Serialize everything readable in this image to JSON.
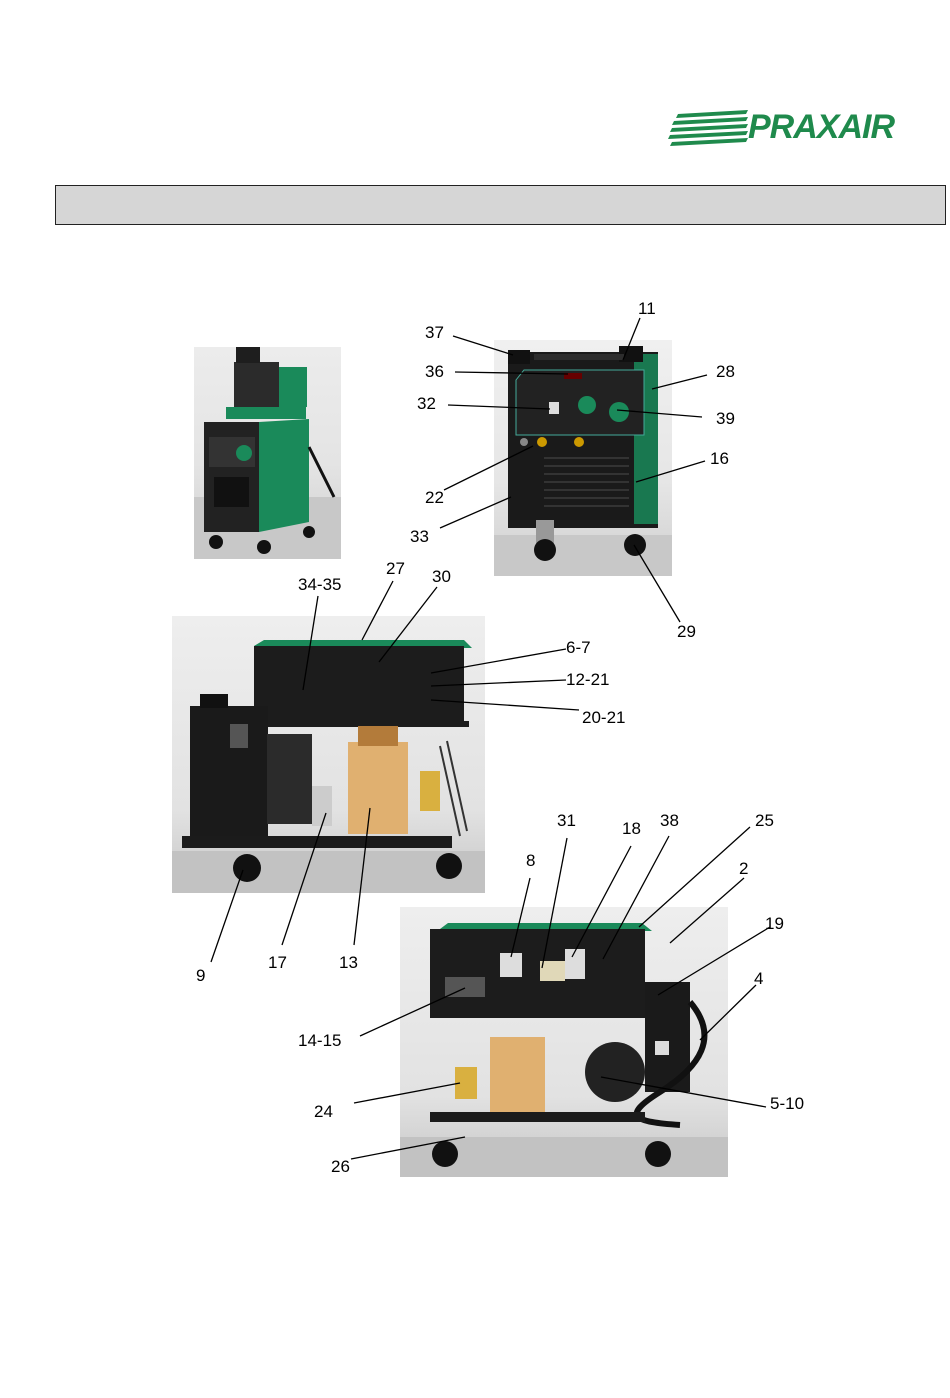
{
  "brand": {
    "name": "PRAXAIR",
    "color": "#1f8a4c"
  },
  "header_bar": {
    "text": ""
  },
  "callouts": {
    "c11": "11",
    "c37": "37",
    "c36": "36",
    "c28": "28",
    "c32": "32",
    "c39": "39",
    "c16": "16",
    "c22": "22",
    "c33": "33",
    "c29": "29",
    "c27": "27",
    "c30": "30",
    "c34_35": "34-35",
    "c6_7": "6-7",
    "c12_21": "12-21",
    "c20_21": "20-21",
    "c9": "9",
    "c17": "17",
    "c13": "13",
    "c31": "31",
    "c18": "18",
    "c38": "38",
    "c25": "25",
    "c8": "8",
    "c2": "2",
    "c19": "19",
    "c4": "4",
    "c14_15": "14-15",
    "c24": "24",
    "c5_10": "5-10",
    "c26": "26"
  },
  "photos": {
    "small_front": {
      "description_icon": "welding-machine-photo",
      "label": ""
    },
    "front": {
      "description_icon": "welding-machine-front-photo",
      "label": ""
    },
    "side": {
      "description_icon": "welding-machine-side-open-photo",
      "label": ""
    },
    "back": {
      "description_icon": "welding-machine-rear-open-photo",
      "label": ""
    }
  },
  "colors": {
    "machine_green": "#1a8a5a",
    "machine_black": "#1b1b1b",
    "background_grey": "#d9d9d9"
  }
}
